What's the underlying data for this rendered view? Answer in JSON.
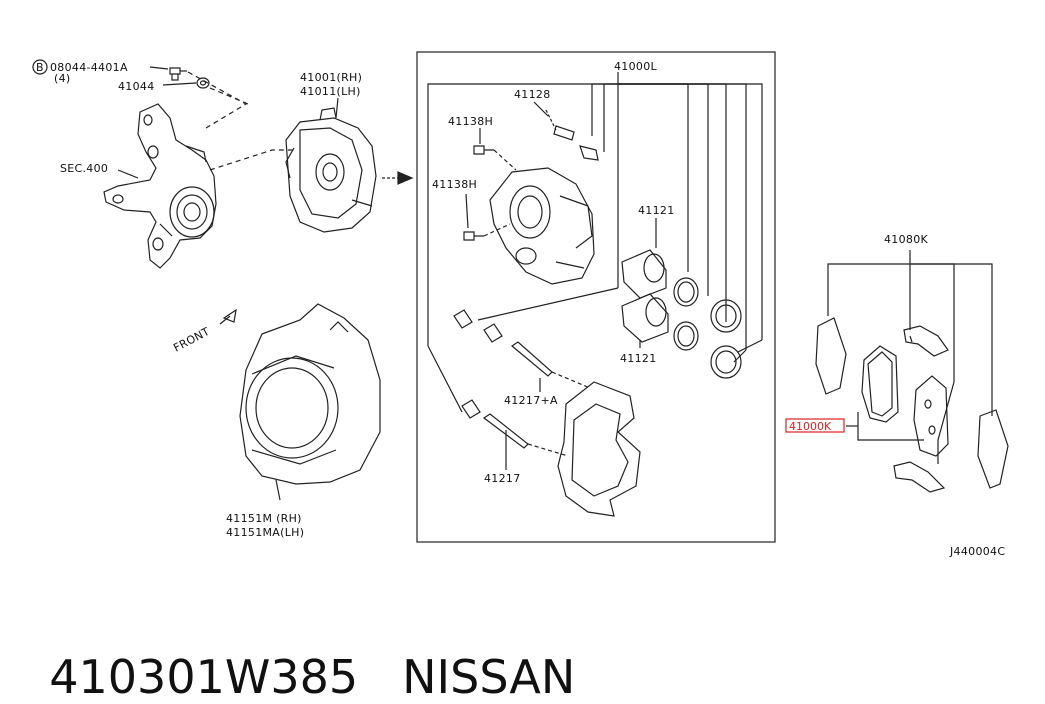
{
  "labels": {
    "bolt_spec": "08044-4401A",
    "bolt_qty": "(4)",
    "washer": "41044",
    "knuckle_sec": "SEC.400",
    "caliper_rh": "41001(RH)",
    "caliper_lh": "41011(LH)",
    "kit_assy": "41000L",
    "bleeder": "41128",
    "bolt_a": "41138H",
    "bolt_b": "41138H",
    "piston_a": "41121",
    "piston_b": "41121",
    "pin_a": "41217+A",
    "pin_b": "41217",
    "front": "FRONT",
    "plate_rh": "41151M (RH)",
    "plate_lh": "41151MA(LH)",
    "pad_kit": "41080K",
    "pad_ref": "41000K",
    "drawing_code": "J440004C",
    "circled_b": "B"
  },
  "caption": {
    "part_number": "410301W385",
    "brand": "NISSAN"
  },
  "colors": {
    "line": "#222222",
    "highlight": "#d22222"
  }
}
